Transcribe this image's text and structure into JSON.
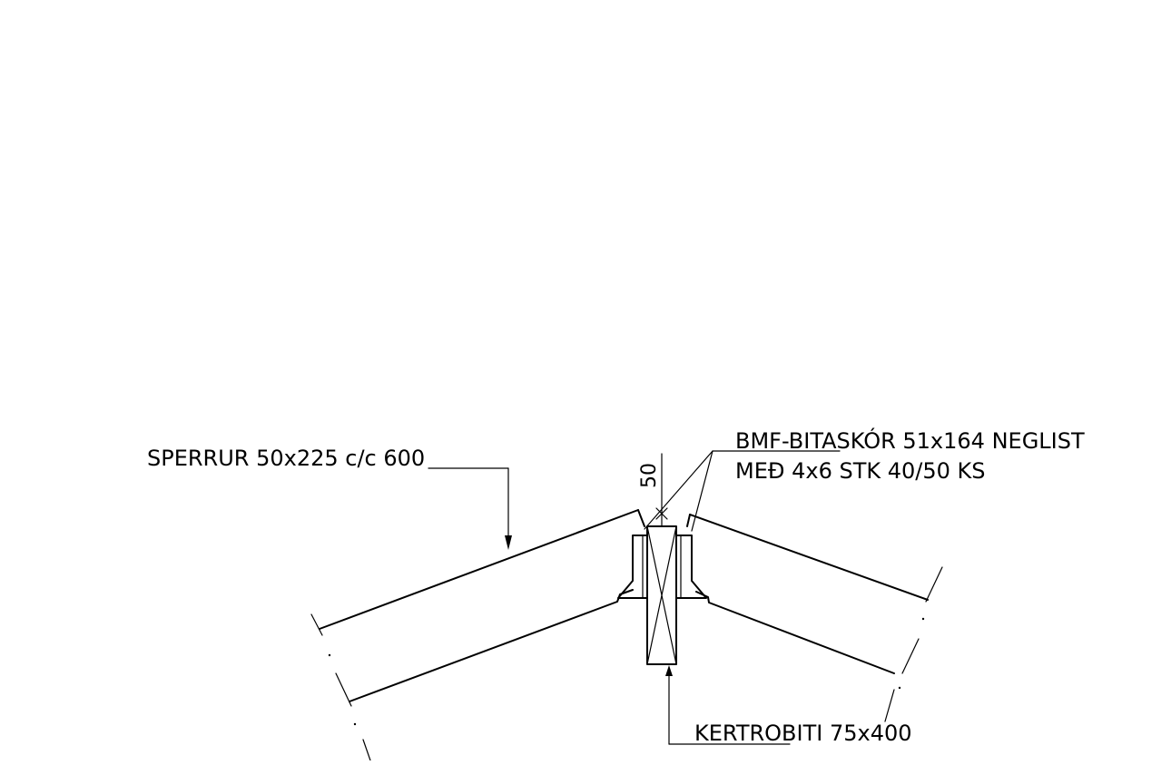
{
  "drawing": {
    "line_color": "#000000",
    "background": "#ffffff",
    "labels": {
      "rafter": "SPERRUR 50x225 c/c 600",
      "hanger_line1": "BMF-BITASKÓR 51x164  NEGLIST",
      "hanger_line2": "MEÐ 4x6 STK 40/50 KS",
      "ridge_beam": "KERTROBITI 75x400",
      "dimension": "50"
    }
  }
}
